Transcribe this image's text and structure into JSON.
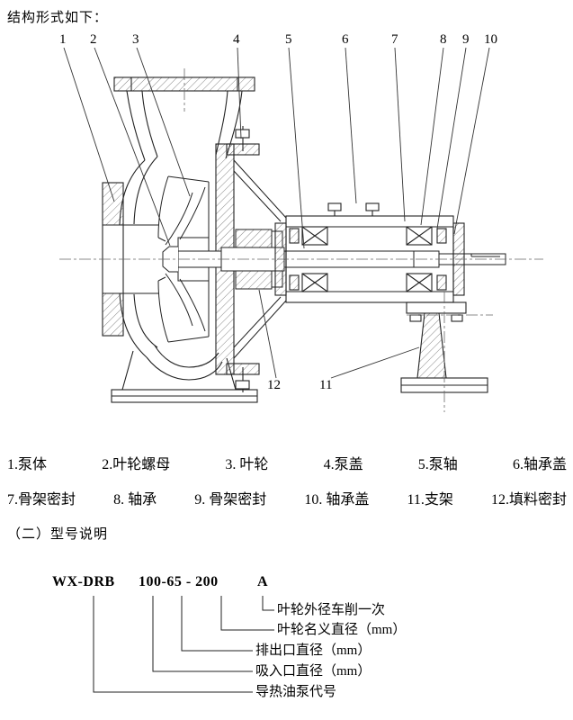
{
  "page": {
    "intro": "结构形式如下：",
    "section2_title": "（二）型号说明"
  },
  "figure": {
    "callouts": [
      "1",
      "2",
      "3",
      "4",
      "5",
      "6",
      "7",
      "8",
      "9",
      "10",
      "12",
      "11"
    ]
  },
  "parts_list": {
    "row1": [
      "1.泵体",
      "2.叶轮螺母",
      "3. 叶轮",
      "4.泵盖",
      "5.泵轴",
      "6.轴承盖"
    ],
    "row2": [
      "7.骨架密封",
      "8. 轴承",
      "9. 骨架密封",
      "10. 轴承盖",
      "11.支架",
      "12.填料密封"
    ]
  },
  "model_code": {
    "series": "WX-DRB",
    "size": "100-65 - 200",
    "variant": "A",
    "labels": [
      "叶轮外径车削一次",
      "叶轮名义直径（mm）",
      "排出口直径（mm）",
      "吸入口直径（mm）",
      "导热油泵代号"
    ]
  }
}
